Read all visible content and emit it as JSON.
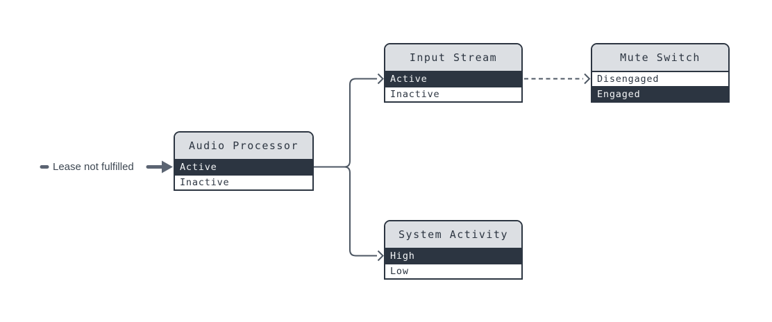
{
  "colors": {
    "bg": "#ffffff",
    "node-border": "#2c3541",
    "node-header-bg": "#dcdfe3",
    "node-header-text": "#2c3541",
    "row-active-bg": "#2c3541",
    "row-active-text": "#f2f4f5",
    "row-inactive-bg": "#ffffff",
    "row-inactive-text": "#2c3541",
    "connector": "#4d5763",
    "annotation": "#5b6472",
    "annotation-text": "#3d4752"
  },
  "annotation": {
    "dash_icon": "minus-dash-icon",
    "label": "Lease not fulfilled",
    "arrow_icon": "arrow-right-icon",
    "points_to": "Audio Processor.Active"
  },
  "nodes": [
    {
      "id": "audio-processor",
      "title": "Audio Processor",
      "rows": [
        {
          "label": "Active",
          "active": true
        },
        {
          "label": "Inactive",
          "active": false
        }
      ]
    },
    {
      "id": "input-stream",
      "title": "Input Stream",
      "rows": [
        {
          "label": "Active",
          "active": true
        },
        {
          "label": "Inactive",
          "active": false
        }
      ]
    },
    {
      "id": "mute-switch",
      "title": "Mute Switch",
      "rows": [
        {
          "label": "Disengaged",
          "active": false
        },
        {
          "label": "Engaged",
          "active": true
        }
      ]
    },
    {
      "id": "system-activity",
      "title": "System Activity",
      "rows": [
        {
          "label": "High",
          "active": true
        },
        {
          "label": "Low",
          "active": false
        }
      ]
    }
  ],
  "connections": [
    {
      "from": "Audio Processor.Active",
      "to": "Input Stream.Active",
      "style": "solid"
    },
    {
      "from": "Audio Processor.Active",
      "to": "System Activity.High",
      "style": "solid"
    },
    {
      "from": "Input Stream.Active",
      "to": "Mute Switch.Disengaged",
      "style": "dashed"
    }
  ]
}
